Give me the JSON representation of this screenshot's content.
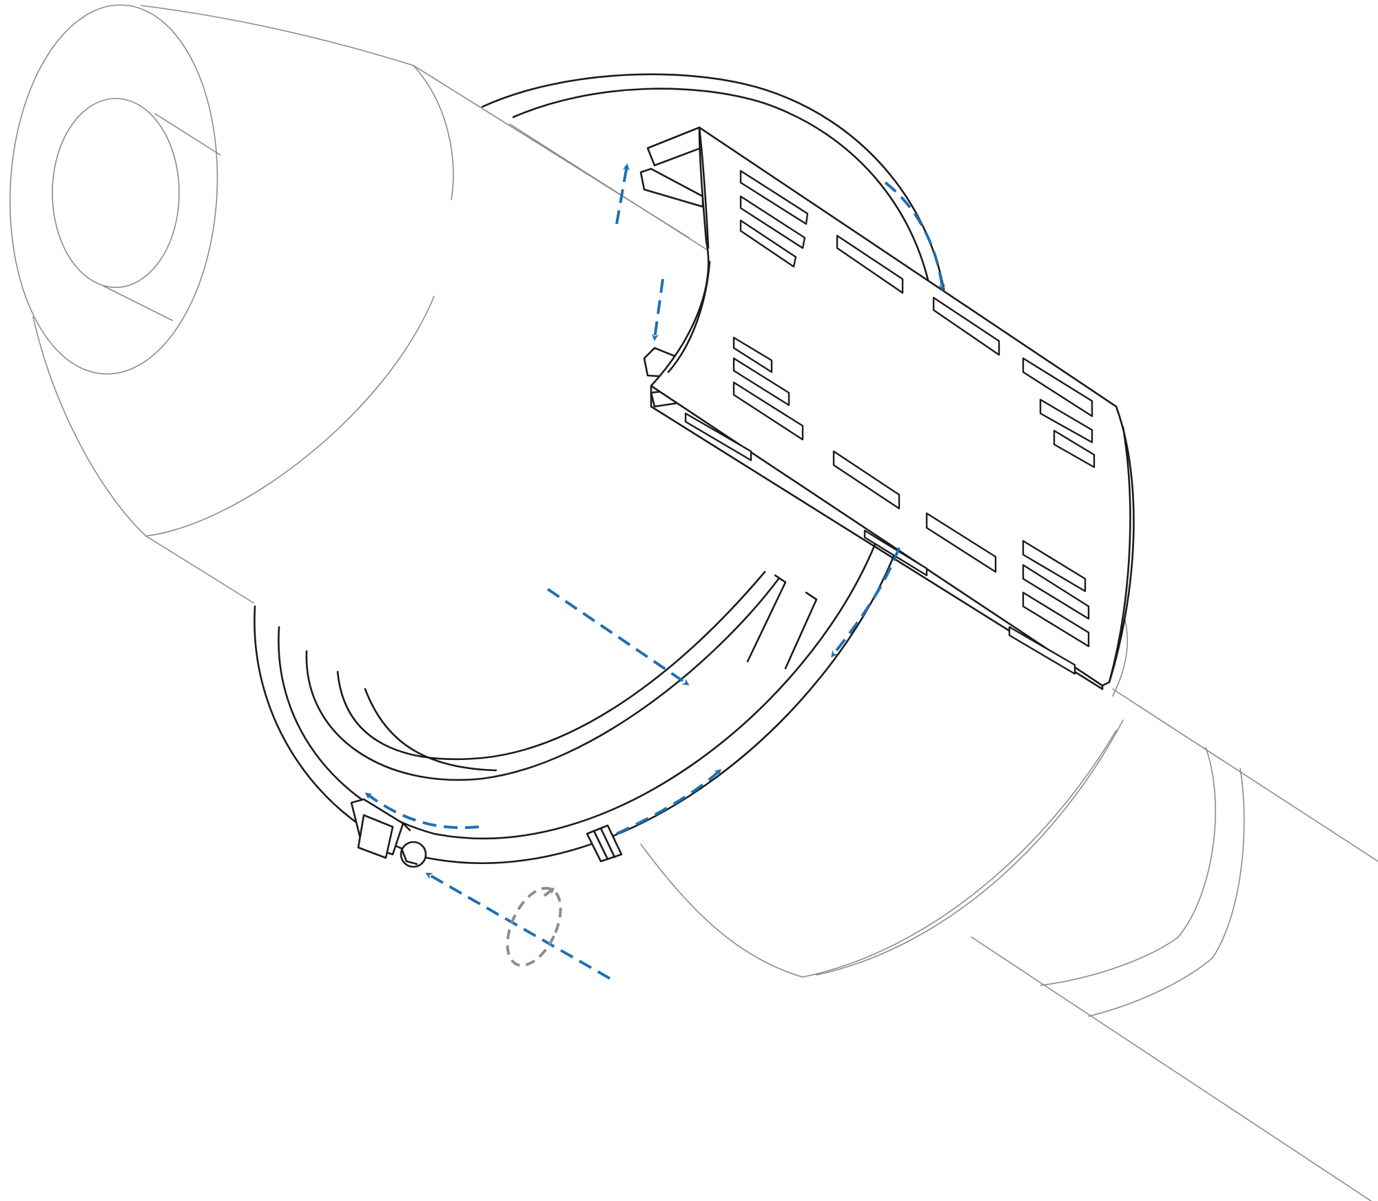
{
  "colors": {
    "background": "#ffffff",
    "outline": "#1a1a1a",
    "pipe_outline": "#8a8a8a",
    "motion_arrow": "#1f6fb2",
    "rotation_indicator": "#8c8c8c"
  },
  "components": [
    {
      "name": "pipe-insulation-cone",
      "icon": "cone-shape"
    },
    {
      "name": "pipe",
      "icon": "cylinder-shape"
    },
    {
      "name": "slotted-mounting-plate",
      "icon": "bracket-plate"
    },
    {
      "name": "hose-clamp-band",
      "icon": "band-strap"
    },
    {
      "name": "worm-screw-housing",
      "icon": "screw-head"
    }
  ],
  "arrows": {
    "count": 8,
    "style": "dashed"
  }
}
